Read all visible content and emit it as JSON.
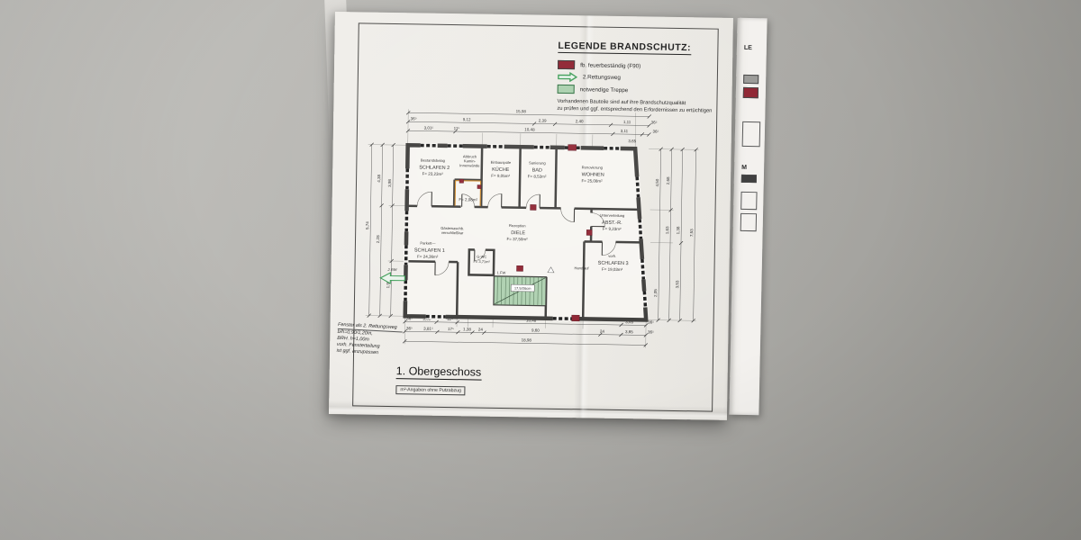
{
  "colors": {
    "fire_red": "#8e2230",
    "escape_green": "#3f9e58",
    "stair_green": "#aed0b0",
    "paper": "#edebe6"
  },
  "legend": {
    "title": "LEGENDE BRANDSCHUTZ:",
    "items": [
      {
        "icon": "fire-resistant-swatch",
        "label": "fb. feuerbeständig (F90)"
      },
      {
        "icon": "escape-route-arrow",
        "label": "2.Rettungsweg"
      },
      {
        "icon": "stair-swatch",
        "label": "notwendige Treppe"
      }
    ],
    "note1": "Vorhandenen Bauteile sind auf ihre Brandschutzqualität",
    "note2": "zu prüfen und ggf. entsprechend den Erfordernissen zu ertüchtigen"
  },
  "plan": {
    "rooms": {
      "schlafen2": {
        "ann": "Bestandsbelag",
        "name": "SCHLAFEN 2",
        "area": "F= 23,23m²"
      },
      "kamin": {
        "ann1": "Abbruch",
        "ann2": "Kamin-",
        "ann3": "Innenwände",
        "area": "F= 2,08m²"
      },
      "kueche": {
        "ann": "Einbauspüle",
        "name": "KÜCHE",
        "area": "F= 9,05m²"
      },
      "bad": {
        "ann": "Sanierung",
        "name": "BAD",
        "area": "F= 8,53m²"
      },
      "wohnen": {
        "ann": "Renovierung",
        "name": "WOHNEN",
        "area": "F= 25,08m²"
      },
      "abst": {
        "ann": "Unterverteilung",
        "name": "ABST.-R.",
        "area": "F= 9,23m²"
      },
      "schlafen3": {
        "ann": "vorh.",
        "name": "SCHLAFEN 3",
        "area": "F= 19,03m²"
      },
      "schlafen1": {
        "ann": "Parkett—",
        "name": "SCHLAFEN 1",
        "area": "F= 24,36m²"
      },
      "gwc": {
        "name": "G-WC",
        "area": "F= 3,71m²",
        "side1": "Gästewaschb.",
        "side2": "verschließbar"
      },
      "diele": {
        "ann": "Rezeption",
        "name": "DIELE",
        "area": "F= 37,50m²"
      }
    },
    "stair": {
      "label": "1.FW",
      "steps": "17,5/26cm",
      "handrail": "Handlauf"
    },
    "escape": {
      "label": "2.RW"
    },
    "dims": {
      "top": {
        "total": "15,98",
        "r2": [
          "36⁵",
          "9,12",
          "2,39",
          "2,40",
          "1,11",
          "36⁵"
        ],
        "r3": [
          "3,01⁵",
          "11⁵",
          "10,48",
          "3,11",
          "3,65",
          "36⁵"
        ]
      },
      "bottom": {
        "r1": [
          "36⁵",
          "3,61⁵",
          "11⁵",
          "10,48",
          "3,65",
          "36⁵"
        ],
        "r2": [
          "36⁵",
          "3,81⁵",
          "17⁵",
          "1,38",
          "24",
          "9,60",
          "24",
          "3,65",
          "36⁵"
        ],
        "total": "18,98"
      },
      "left": [
        "5,74",
        "4,38",
        "2,28",
        "3,98",
        "1,98"
      ],
      "right": [
        "4,50",
        "2,68",
        "1,63",
        "1,38",
        "3,53",
        "2,05",
        "7,53"
      ]
    }
  },
  "title_block": {
    "title": "1. Obergeschoss",
    "note": "m²-Angaben ohne Putzabzug"
  },
  "window_note": [
    "Fenster als 2. Rettungsweg",
    "b/h=0,90/1,20m,",
    "BRH. h=1,00m",
    "vorh. Fensterteilung",
    "ist ggf. anzupassen"
  ],
  "second_sheet": {
    "t1": "LE",
    "t2": "M"
  }
}
